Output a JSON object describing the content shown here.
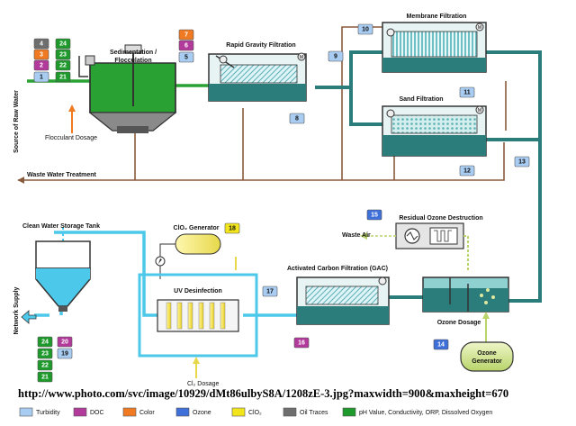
{
  "colors": {
    "turbidity": "#a9cdf2",
    "doc": "#b23a9a",
    "color": "#f07a22",
    "ozone": "#3f6fd8",
    "clo2": "#f2e51c",
    "oil": "#6e6e6e",
    "ph": "#1e9a2c",
    "pipe_main": "#2b7d7b",
    "pipe_water": "#4cc8ea",
    "pipe_waste": "#8a5a3c",
    "basin_green": "#2aa233"
  },
  "labels": {
    "source": "Source of Raw Water",
    "sedimentation_1": "Sedimentation /",
    "sedimentation_2": "Flocculation",
    "flocculant": "Flocculant Dosage",
    "rapid_gravity": "Rapid Gravity Filtration",
    "membrane": "Membrane Filtration",
    "sand": "Sand Filtration",
    "waste_water": "Waste Water Treatment",
    "clean_tank": "Clean Water Storage Tank",
    "network": "Network Supply",
    "clo2_gen": "ClO₂ Generator",
    "uv": "UV Desinfection",
    "cl2": "Cl₂ Dosage",
    "gac": "Activated Carbon Filtration (GAC)",
    "residual_ozone": "Residual Ozone Destruction",
    "waste_air": "Waste Air",
    "ozone_dosage": "Ozone Dosage",
    "ozone_gen_1": "Ozone",
    "ozone_gen_2": "Generator"
  },
  "badges": [
    {
      "id": "4",
      "kind": "oil"
    },
    {
      "id": "24",
      "kind": "ph"
    },
    {
      "id": "3",
      "kind": "color"
    },
    {
      "id": "23",
      "kind": "ph"
    },
    {
      "id": "2",
      "kind": "doc"
    },
    {
      "id": "22",
      "kind": "ph"
    },
    {
      "id": "1",
      "kind": "turbidity"
    },
    {
      "id": "21",
      "kind": "ph"
    },
    {
      "id": "7",
      "kind": "color"
    },
    {
      "id": "6",
      "kind": "doc"
    },
    {
      "id": "5",
      "kind": "turbidity"
    },
    {
      "id": "9",
      "kind": "turbidity"
    },
    {
      "id": "8",
      "kind": "turbidity"
    },
    {
      "id": "10",
      "kind": "turbidity"
    },
    {
      "id": "11",
      "kind": "turbidity"
    },
    {
      "id": "12",
      "kind": "turbidity"
    },
    {
      "id": "13",
      "kind": "turbidity"
    },
    {
      "id": "15",
      "kind": "ozone"
    },
    {
      "id": "14",
      "kind": "ozone"
    },
    {
      "id": "18",
      "kind": "clo2"
    },
    {
      "id": "17",
      "kind": "turbidity"
    },
    {
      "id": "16",
      "kind": "doc"
    },
    {
      "id": "24",
      "kind": "ph"
    },
    {
      "id": "20",
      "kind": "doc"
    },
    {
      "id": "23",
      "kind": "ph"
    },
    {
      "id": "19",
      "kind": "turbidity"
    },
    {
      "id": "22",
      "kind": "ph"
    },
    {
      "id": "21",
      "kind": "ph"
    }
  ],
  "url": "http://www.photo.com/svc/image/10929/dMt86ulbyS8A/1208zE-3.jpg?maxwidth=900&maxheight=670",
  "legend": [
    {
      "label": "Turbidity",
      "kind": "turbidity"
    },
    {
      "label": "DOC",
      "kind": "doc"
    },
    {
      "label": "Color",
      "kind": "color"
    },
    {
      "label": "Ozone",
      "kind": "ozone"
    },
    {
      "label": "ClO₂",
      "kind": "clo2"
    },
    {
      "label": "Oil Traces",
      "kind": "oil"
    },
    {
      "label": "pH Value, Conductivity, ORP, Dissolved Oxygen",
      "kind": "ph"
    }
  ]
}
